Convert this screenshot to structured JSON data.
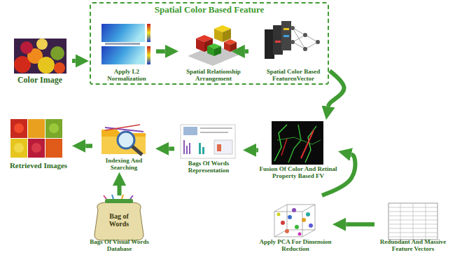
{
  "diagram": {
    "nodes": [
      {
        "text": [
          "Color Image"
        ]
      },
      {
        "text": [
          "Spatial Color Based Feature"
        ]
      },
      {
        "text": [
          "Apply L2 Normalization"
        ],
        "in": 1
      },
      {
        "text": [
          "Spatial Relationship Arrangement"
        ],
        "in": 1
      },
      {
        "text": [
          "Spatial Color Based FeaturenVector"
        ],
        "in": 1
      },
      {
        "text": [
          "Fusion Of Color And Retinal Property Based FV"
        ]
      },
      {
        "text": [
          "Bags Of Words Representation"
        ]
      },
      {
        "text": [
          "Indexing And Searching"
        ]
      },
      {
        "text": [
          "Retrieved Images"
        ]
      },
      {
        "text": [
          "Bags Of Visual Words Database"
        ]
      },
      {
        "text": [
          "Apply PCA For Dimension Reduction"
        ]
      },
      {
        "text": [
          "Redundant And Massive Feature Vectors"
        ]
      }
    ],
    "edges": [
      {
        "from": 0,
        "to": 1,
        "arrow": "to"
      },
      {
        "from": 2,
        "to": 3,
        "arrow": "to"
      },
      {
        "from": 3,
        "to": 4,
        "arrow": "to"
      },
      {
        "from": 1,
        "to": 5,
        "arrow": "to"
      },
      {
        "from": 5,
        "to": 6,
        "arrow": "to"
      },
      {
        "from": 6,
        "to": 7,
        "arrow": "to"
      },
      {
        "from": 7,
        "to": 8,
        "arrow": "to"
      },
      {
        "from": 9,
        "to": 7,
        "arrow": "to"
      },
      {
        "from": 11,
        "to": 10,
        "arrow": "to"
      },
      {
        "from": 10,
        "to": 5,
        "arrow": "to"
      }
    ],
    "labels": [
      "Bag of Words"
    ]
  }
}
